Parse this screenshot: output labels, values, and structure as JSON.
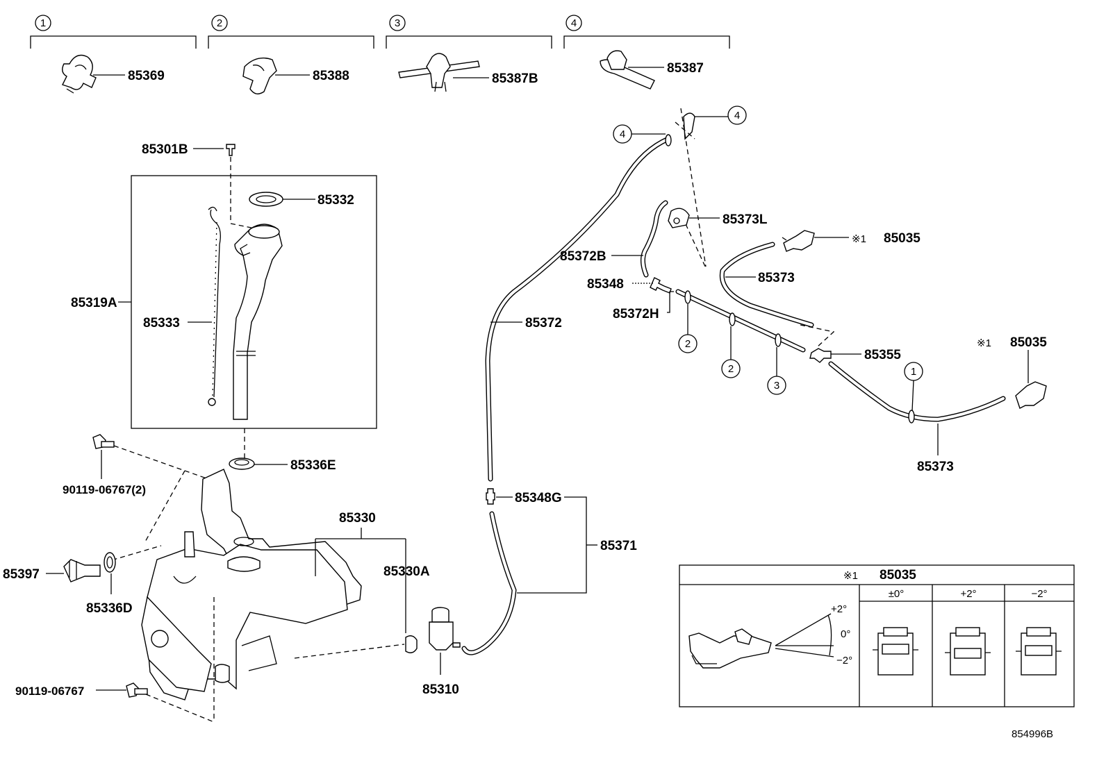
{
  "diagram_id": "854996B",
  "clip_groups": [
    {
      "num": "1",
      "part": "85369"
    },
    {
      "num": "2",
      "part": "85388"
    },
    {
      "num": "3",
      "part": "85387B"
    },
    {
      "num": "4",
      "part": "85387"
    }
  ],
  "labels": {
    "p85301B": "85301B",
    "p85332": "85332",
    "p85319A": "85319A",
    "p85333": "85333",
    "p90119_06767_2": "90119-06767(2)",
    "p85336E": "85336E",
    "p85330": "85330",
    "p85330A": "85330A",
    "p85397": "85397",
    "p85336D": "85336D",
    "p90119_06767": "90119-06767",
    "p85310": "85310",
    "p85372": "85372",
    "p85348G": "85348G",
    "p85371": "85371",
    "p85372B": "85372B",
    "p85373L": "85373L",
    "p85348": "85348",
    "p85372H": "85372H",
    "p85373_top": "85373",
    "p85355": "85355",
    "p85373_bottom": "85373",
    "p85035_top": "85035",
    "p85035_right": "85035",
    "ref_mark": "※1"
  },
  "callout_numbers": {
    "c4_top_right": "4",
    "c4_top_left": "4",
    "c2_a": "2",
    "c2_b": "2",
    "c3": "3",
    "c1": "1"
  },
  "inset": {
    "title_mark": "※1",
    "title_part": "85035",
    "angle_headers": [
      "±0°",
      "+2°",
      "−2°"
    ],
    "angle_marks": [
      "+2°",
      "0°",
      "−2°"
    ]
  }
}
